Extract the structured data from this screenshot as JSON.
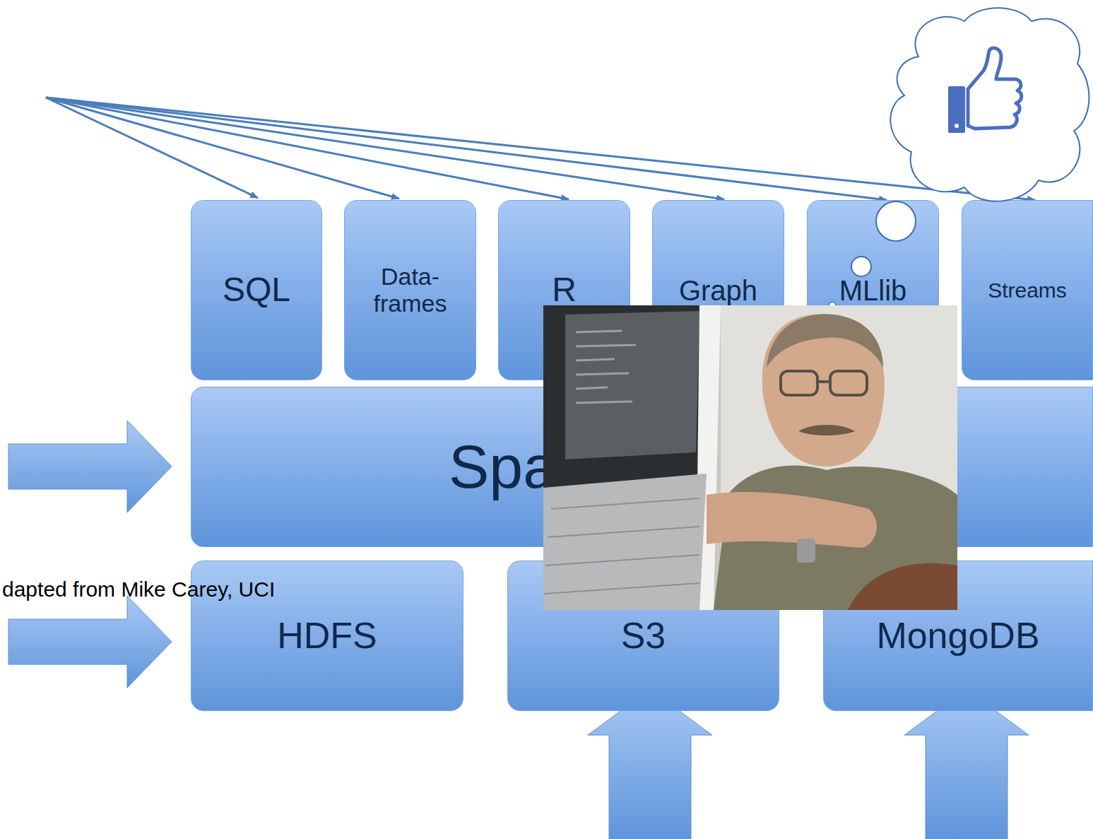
{
  "diagram": {
    "nodes": [
      {
        "text": [
          "SQL"
        ]
      },
      {
        "text": [
          "Data- frames"
        ]
      },
      {
        "text": [
          "R"
        ]
      },
      {
        "text": [
          "Graph"
        ]
      },
      {
        "text": [
          "MLlib"
        ]
      },
      {
        "text": [
          "Streams"
        ]
      },
      {
        "text": [
          "Spa"
        ]
      },
      {
        "text": [
          "HDFS"
        ]
      },
      {
        "text": [
          "S3"
        ]
      },
      {
        "text": [
          "MongoDB"
        ]
      }
    ],
    "labels": [
      "dapted from Mike Carey, UCI"
    ]
  }
}
